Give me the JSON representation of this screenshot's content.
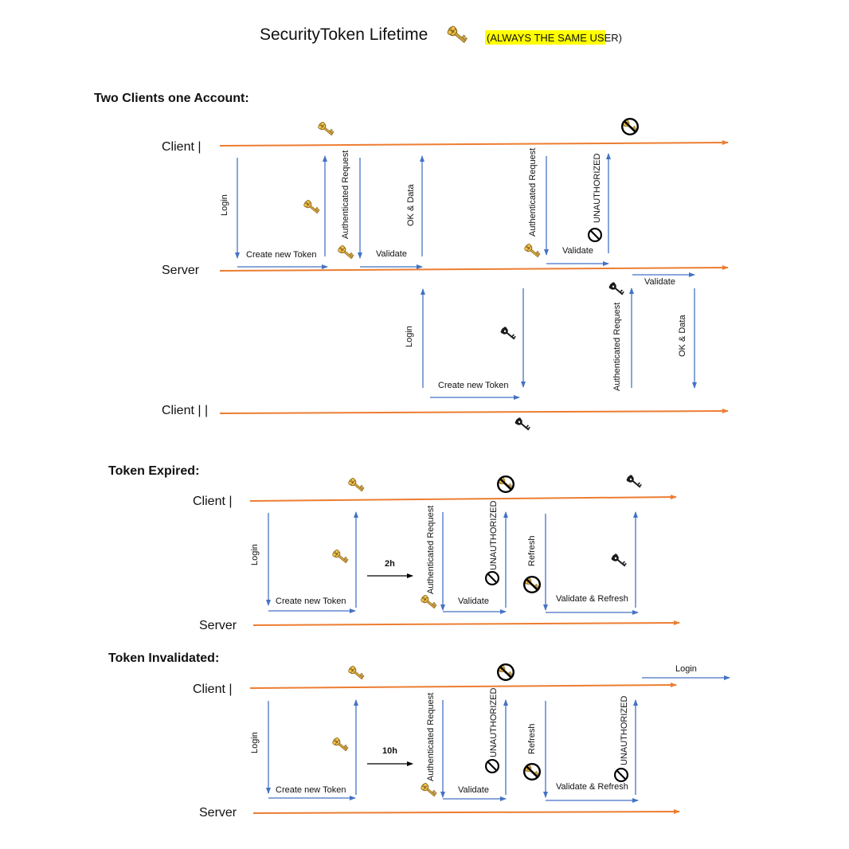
{
  "title": "SecurityToken Lifetime",
  "title_note": "(ALWAYS THE SAME USER)",
  "colors": {
    "timeline": "#ed7d31",
    "message": "#4472c4",
    "duration": "#000000",
    "note_highlight": "#ffff00",
    "key_valid": "#d9a441",
    "key_new": "#1a1a1a"
  },
  "sections": [
    {
      "heading": "Two Clients one Account:",
      "actors": [
        "Client |",
        "Server",
        "Client | |"
      ],
      "labels": [
        "Login",
        "Create new Token",
        "Authenticated Request",
        "Validate",
        "OK & Data",
        "Authenticated Request",
        "Validate",
        "UNAUTHORIZED",
        "Login",
        "Create new Token",
        "Authenticated Request",
        "Validate",
        "OK & Data"
      ],
      "icons": [
        "key-icon",
        "key-icon",
        "key-icon",
        "key-icon",
        "key-icon",
        "key-icon",
        "key-icon",
        "no-entry-icon",
        "revoked-key-icon"
      ]
    },
    {
      "heading": "Token Expired:",
      "actors": [
        "Client |",
        "Server"
      ],
      "duration": "2h",
      "labels": [
        "Login",
        "Create new Token",
        "Authenticated Request",
        "Validate",
        "UNAUTHORIZED",
        "Refresh",
        "Validate & Refresh"
      ],
      "icons": [
        "key-icon",
        "key-icon",
        "key-icon",
        "key-icon",
        "no-entry-icon",
        "revoked-key-icon",
        "revoked-key-icon"
      ]
    },
    {
      "heading": "Token Invalidated:",
      "actors": [
        "Client |",
        "Server"
      ],
      "duration": "10h",
      "labels": [
        "Login",
        "Create new Token",
        "Authenticated Request",
        "Validate",
        "UNAUTHORIZED",
        "Refresh",
        "Validate & Refresh",
        "UNAUTHORIZED",
        "Login"
      ],
      "icons": [
        "key-icon",
        "key-icon",
        "key-icon",
        "no-entry-icon",
        "no-entry-icon",
        "revoked-key-icon",
        "revoked-key-icon"
      ]
    }
  ]
}
